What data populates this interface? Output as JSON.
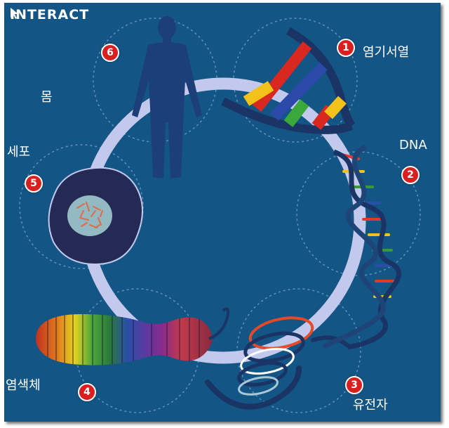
{
  "brand": {
    "name": "INTERACT"
  },
  "steps": [
    {
      "num": "1",
      "label": "염기서열"
    },
    {
      "num": "2",
      "label": "DNA"
    },
    {
      "num": "3",
      "label": "유전자"
    },
    {
      "num": "4",
      "label": "염색체"
    },
    {
      "num": "5",
      "label": "세포"
    },
    {
      "num": "6",
      "label": "몸"
    }
  ],
  "colors": {
    "background": "#135584",
    "ring": "#c3c9ec",
    "badge": "#d91f1f",
    "text": "#ffffff",
    "body_silhouette": "#1d3f79",
    "dna_backbone": "#1a3565"
  }
}
